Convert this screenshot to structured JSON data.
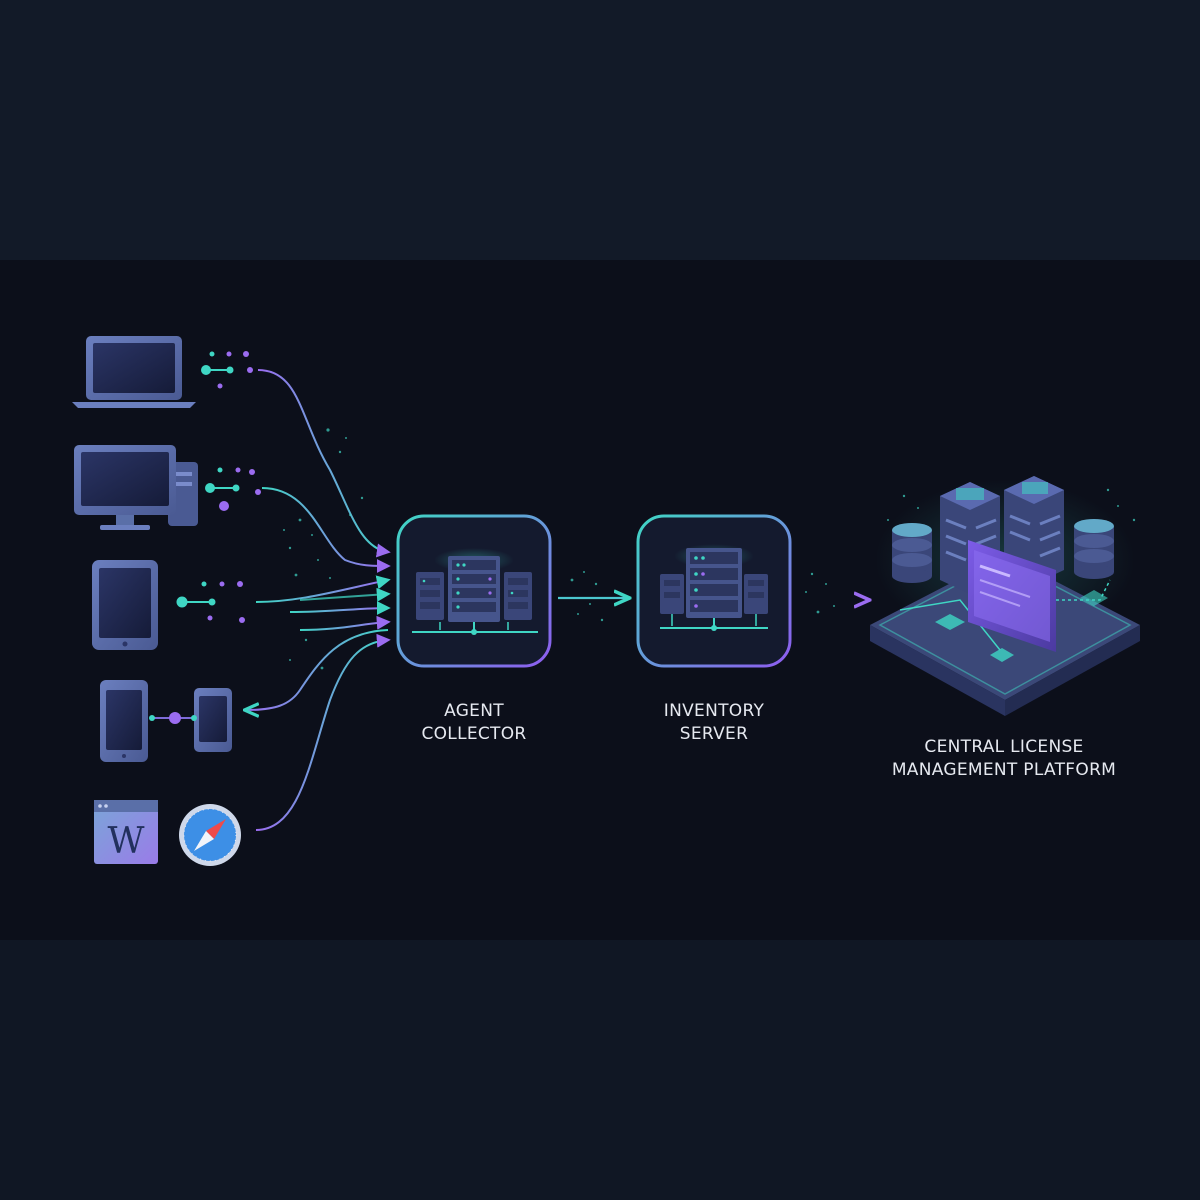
{
  "nodes": {
    "agent_collector": {
      "label_line1": "AGENT",
      "label_line2": "COLLECTOR"
    },
    "inventory_server": {
      "label_line1": "INVENTORY",
      "label_line2": "SERVER"
    },
    "central_platform": {
      "label_line1": "CENTRAL LICENSE",
      "label_line2": "MANAGEMENT PLATFORM"
    }
  },
  "sources": [
    {
      "icon": "laptop-icon"
    },
    {
      "icon": "desktop-computer-icon"
    },
    {
      "icon": "tablet-icon"
    },
    {
      "icon": "smartphones-icon"
    },
    {
      "icon": "word-app-icon",
      "glyph": "W"
    },
    {
      "icon": "safari-compass-icon"
    }
  ],
  "colors": {
    "background": "#0c0f1a",
    "teal": "#3fd6c4",
    "purple": "#9b6cf0",
    "device_body": "#5a6fa8",
    "label_text": "#e6e9f0"
  }
}
